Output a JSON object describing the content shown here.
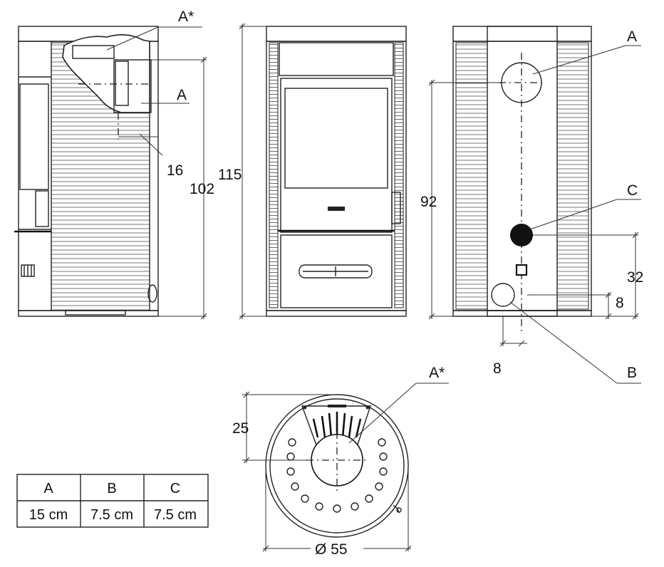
{
  "views": {
    "side": {
      "label_a_star": "A*",
      "label_a": "A",
      "dim_16": "16",
      "dim_102": "102"
    },
    "front": {
      "dim_115": "115"
    },
    "back": {
      "label_a": "A",
      "label_c": "C",
      "label_b": "B",
      "dim_92": "92",
      "dim_32": "32",
      "dim_8_right": "8",
      "dim_8_bottom": "8"
    },
    "top": {
      "label_a_star": "A*",
      "dim_25": "25",
      "dim_diameter": "Ø 55"
    }
  },
  "table": {
    "headers": [
      "A",
      "B",
      "C"
    ],
    "values": [
      "15 cm",
      "7.5 cm",
      "7.5 cm"
    ]
  }
}
